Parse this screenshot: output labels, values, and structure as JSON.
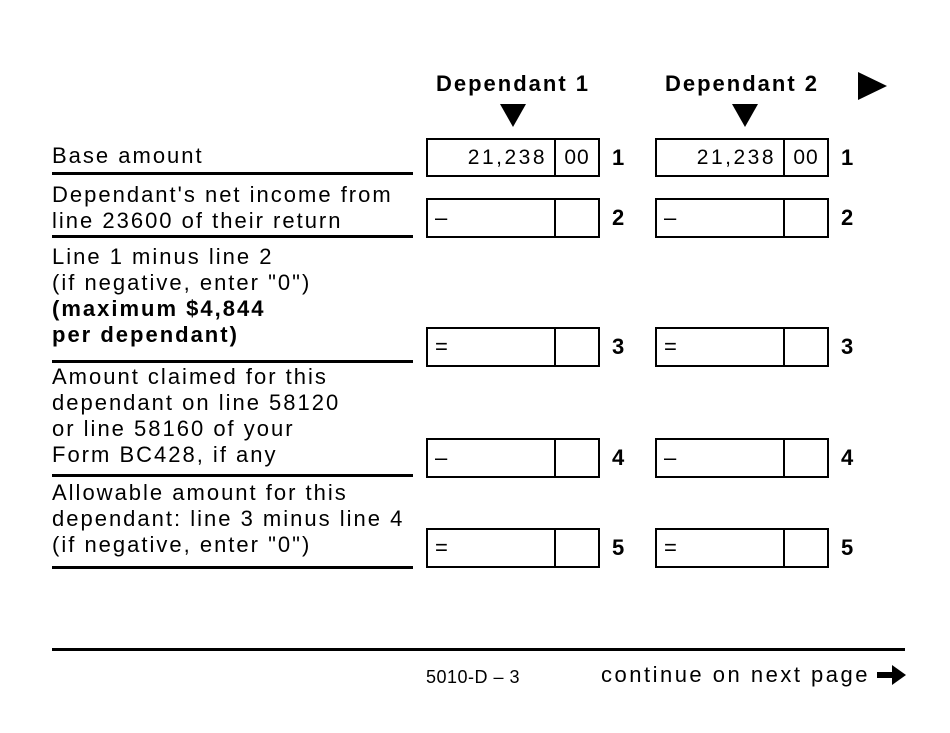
{
  "colors": {
    "ink": "#000000",
    "paper": "#ffffff"
  },
  "columns": [
    {
      "header": "Dependant 1"
    },
    {
      "header": "Dependant 2"
    }
  ],
  "rows": [
    {
      "num": "1",
      "lines": [
        "Base amount"
      ],
      "sign": "",
      "amount": "21,238",
      "cents": "00"
    },
    {
      "num": "2",
      "lines": [
        "Dependant's net income from",
        "line 23600 of their return"
      ],
      "sign": "–",
      "amount": "",
      "cents": ""
    },
    {
      "num": "3",
      "lines": [
        "Line 1 minus line 2",
        "(if negative, enter \"0\")"
      ],
      "bold_lines": [
        "(maximum $4,844",
        "per dependant)"
      ],
      "sign": "=",
      "amount": "",
      "cents": ""
    },
    {
      "num": "4",
      "lines": [
        "Amount claimed for this",
        "dependant on line 58120",
        "or line 58160 of your",
        "Form BC428, if any"
      ],
      "sign": "–",
      "amount": "",
      "cents": ""
    },
    {
      "num": "5",
      "lines": [
        "Allowable amount for this",
        "dependant: line 3 minus line 4",
        "(if negative, enter \"0\")"
      ],
      "sign": "=",
      "amount": "",
      "cents": ""
    }
  ],
  "footer": {
    "form_code": "5010-D – 3",
    "continue_text": "continue on next page"
  }
}
